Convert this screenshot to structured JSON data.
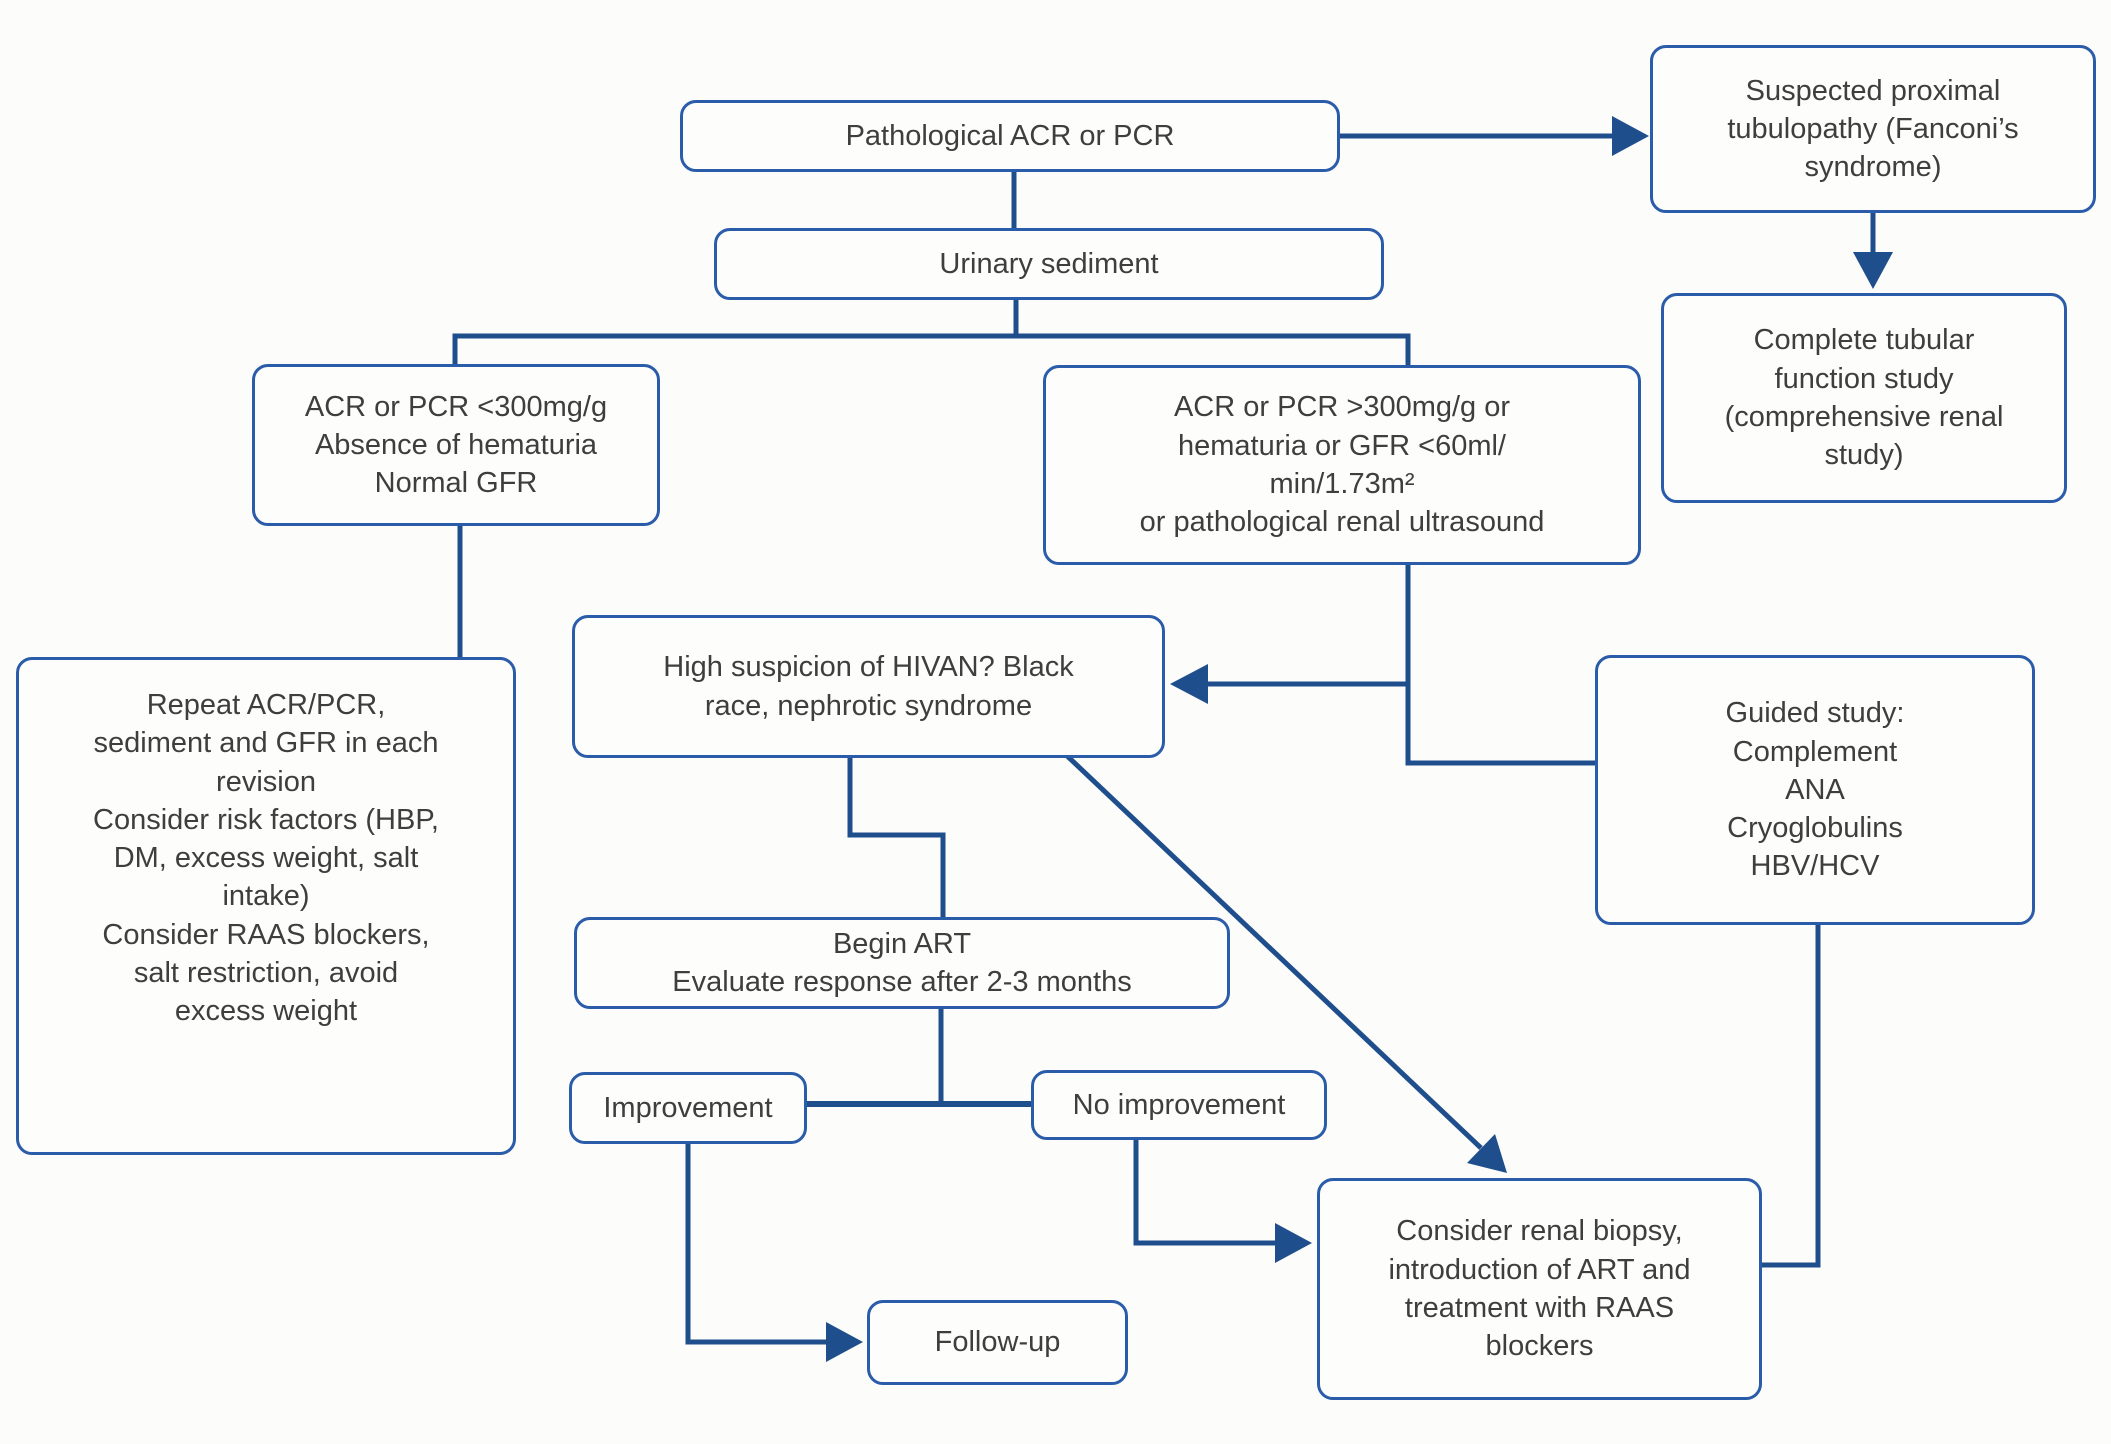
{
  "diagram": {
    "type": "clinical-flowchart",
    "colors": {
      "connector": "#1f4e8c",
      "box_border": "#2b5ca9",
      "box_fill": "#fdfdfc",
      "background": "#fcfcfa",
      "text": "#3e3e3e"
    },
    "nodes": {
      "pathological": {
        "text": "Pathological ACR or PCR"
      },
      "suspected": {
        "text": "Suspected proximal\ntubulopathy (Fanconi’s\nsyndrome)"
      },
      "urinary": {
        "text": "Urinary sediment"
      },
      "complete": {
        "text": "Complete tubular\nfunction study\n(comprehensive renal\nstudy)"
      },
      "acr_low": {
        "text": "ACR or PCR <300mg/g\nAbsence of hematuria\nNormal GFR"
      },
      "acr_high": {
        "text": "ACR or PCR >300mg/g or\nhematuria or GFR <60ml/\nmin/1.73m²\nor pathological renal ultrasound"
      },
      "repeat": {
        "text": "Repeat ACR/PCR,\nsediment and GFR in each\nrevision\nConsider risk factors (HBP,\nDM, excess weight, salt\nintake)\nConsider RAAS blockers,\nsalt restriction, avoid\nexcess weight"
      },
      "hivan": {
        "text": "High suspicion of HIVAN? Black\nrace, nephrotic syndrome"
      },
      "guided": {
        "text": "Guided study:\nComplement\nANA\nCryoglobulins\nHBV/HCV"
      },
      "begin_art": {
        "text": "Begin ART\nEvaluate response after 2-3 months"
      },
      "improvement": {
        "text": "Improvement"
      },
      "no_improvement": {
        "text": "No improvement"
      },
      "follow_up": {
        "text": "Follow-up"
      },
      "biopsy": {
        "text": "Consider renal biopsy,\nintroduction of ART and\ntreatment with RAAS\nblockers"
      }
    }
  }
}
